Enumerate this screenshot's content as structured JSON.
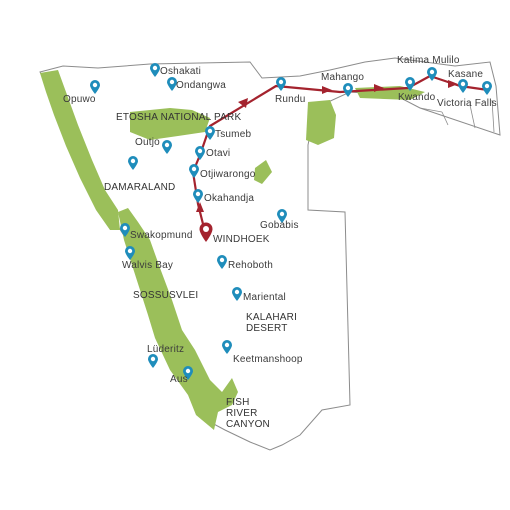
{
  "map": {
    "colors": {
      "border": "#8c8c8c",
      "park": "#9bbf5a",
      "route": "#a4232e",
      "pin": "#1f8dbb",
      "start_pin": "#a4232e",
      "text": "#3b3b3b"
    },
    "regions": {
      "etosha": "ETOSHA NATIONAL PARK",
      "damaraland": "DAMARALAND",
      "sossusvlei": "SOSSUSVLEI",
      "kalahari": [
        "KALAHARI",
        "DESERT"
      ],
      "fish_river": [
        "FISH",
        "RIVER",
        "CANYON"
      ]
    },
    "places": {
      "oshakati": "Oshakati",
      "ondangwa": "Ondangwa",
      "opuwo": "Opuwo",
      "rundu": "Rundu",
      "mahango": "Mahango",
      "katima_mulilo": "Katima Mulilo",
      "kasane": "Kasane",
      "kwando": "Kwando",
      "victoria_falls": "Victoria Falls",
      "tsumeb": "Tsumeb",
      "outjo": "Outjo",
      "otavi": "Otavi",
      "otjiwarongo": "Otjiwarongo",
      "okahandja": "Okahandja",
      "windhoek": "WINDHOEK",
      "gobabis": "Gobabis",
      "swakopmund": "Swakopmund",
      "walvis_bay": "Walvis Bay",
      "rehoboth": "Rehoboth",
      "mariental": "Mariental",
      "keetmanshoop": "Keetmanshoop",
      "luderitz": "Lüderitz",
      "aus": "Aus"
    }
  }
}
